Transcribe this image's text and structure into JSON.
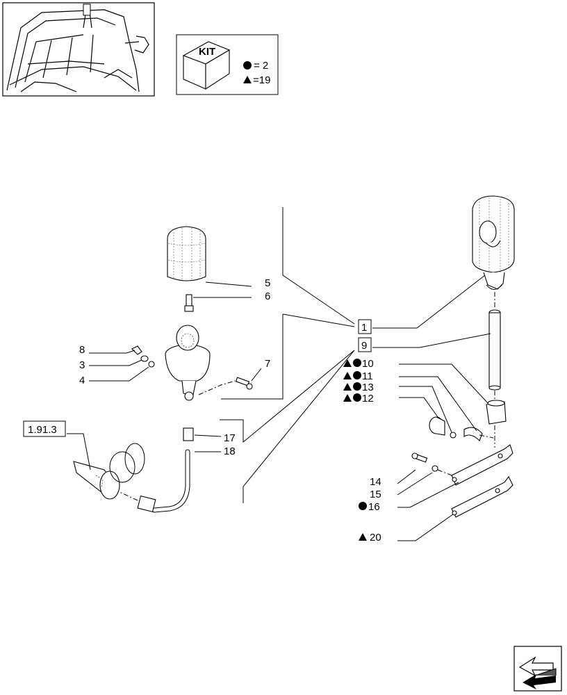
{
  "kit": {
    "label": "KIT",
    "legend": [
      {
        "symbol": "circle",
        "text": "= 2"
      },
      {
        "symbol": "triangle",
        "text": "=19"
      }
    ]
  },
  "parts": [
    {
      "id": "p1",
      "label": "1",
      "boxed": true
    },
    {
      "id": "p9",
      "label": "9",
      "boxed": true
    },
    {
      "id": "p10",
      "label": "10",
      "marks": [
        "triangle",
        "circle"
      ]
    },
    {
      "id": "p11",
      "label": "11",
      "marks": [
        "triangle",
        "circle"
      ]
    },
    {
      "id": "p13",
      "label": "13",
      "marks": [
        "triangle",
        "circle"
      ]
    },
    {
      "id": "p12",
      "label": "12",
      "marks": [
        "triangle",
        "circle"
      ]
    },
    {
      "id": "p5",
      "label": "5"
    },
    {
      "id": "p6",
      "label": "6"
    },
    {
      "id": "p8",
      "label": "8"
    },
    {
      "id": "p3",
      "label": "3"
    },
    {
      "id": "p4",
      "label": "4"
    },
    {
      "id": "p7",
      "label": "7"
    },
    {
      "id": "ref",
      "label": "1.91.3",
      "boxed": true
    },
    {
      "id": "p17",
      "label": "17"
    },
    {
      "id": "p18",
      "label": "18"
    },
    {
      "id": "p14",
      "label": "14"
    },
    {
      "id": "p15",
      "label": "15"
    },
    {
      "id": "p16",
      "label": "16",
      "marks": [
        "circle"
      ]
    },
    {
      "id": "p20",
      "label": "20",
      "marks": [
        "triangle"
      ]
    }
  ],
  "icons": {
    "thumbnail": "tractor-cab-thumbnail-icon",
    "kit": "kit-box-icon",
    "nav": "previous-page-arrow-icon"
  }
}
